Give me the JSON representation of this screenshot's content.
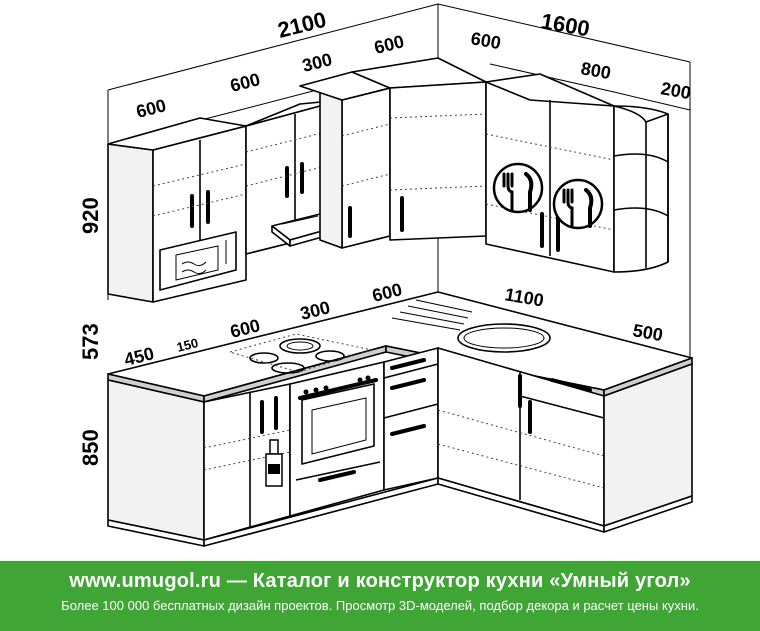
{
  "dimensions": {
    "upper_total": "2100",
    "upper_right_total": "1600",
    "upper_w1": "600",
    "upper_w2": "600",
    "upper_w3": "300",
    "upper_corner_left": "600",
    "upper_corner_right": "600",
    "upper_w4": "800",
    "upper_w5": "200",
    "height_upper": "920",
    "height_gap": "573",
    "height_base": "850",
    "base_w1": "450",
    "base_w2": "150",
    "base_w3": "600",
    "base_w4": "300",
    "base_corner": "600",
    "base_right": "1100",
    "base_w5": "500"
  },
  "banner": {
    "line1": "www.umugol.ru  —  Каталог и конструктор кухни «Умный угол»",
    "line2": "Более 100 000 бесплатных дизайн проектов. Просмотр 3D-моделей, подбор декора и расчет цены кухни."
  },
  "colors": {
    "banner_green": "#3fa535",
    "line": "#000000"
  }
}
